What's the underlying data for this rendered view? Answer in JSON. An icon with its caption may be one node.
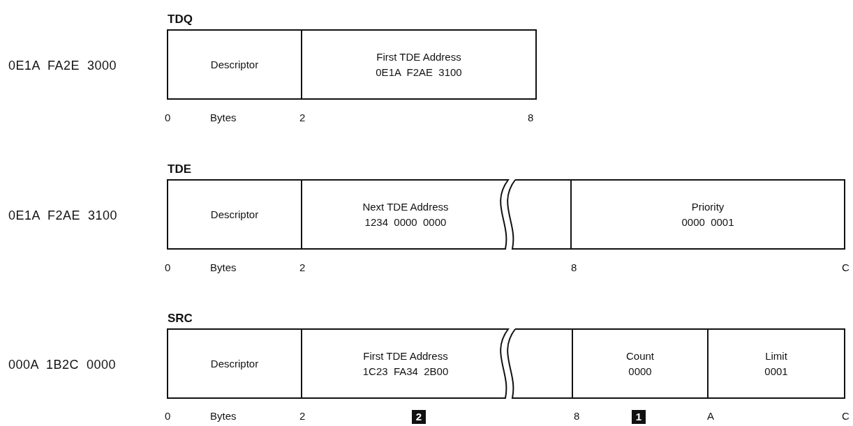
{
  "diagram": {
    "nodes": [
      {
        "text": [
          "TDQ"
        ]
      },
      {
        "text": [
          "Descriptor"
        ],
        "in": 0
      },
      {
        "text": [
          "First TDE Address",
          "0E1A  F2AE  3100"
        ],
        "in": 0
      },
      {
        "text": [
          "TDE"
        ]
      },
      {
        "text": [
          "Descriptor"
        ],
        "in": 3
      },
      {
        "text": [
          "Next TDE Address",
          "1234  0000  0000"
        ],
        "in": 3
      },
      {
        "text": [],
        "shape": "box",
        "in": 3
      },
      {
        "text": [
          "Priority",
          "0000  0001"
        ],
        "in": 3
      },
      {
        "text": [
          "SRC"
        ]
      },
      {
        "text": [
          "Descriptor"
        ],
        "in": 8
      },
      {
        "text": [
          "First TDE Address",
          "1C23  FA34  2B00"
        ],
        "in": 8
      },
      {
        "text": [],
        "shape": "box",
        "in": 8
      },
      {
        "text": [
          "Count",
          "0000"
        ],
        "in": 8
      },
      {
        "text": [
          "Limit",
          "0001"
        ],
        "in": 8
      }
    ],
    "labels": [
      "0E1A  FA2E  3000",
      "0",
      "Bytes",
      "2",
      "8",
      "0E1A  F2AE  3100",
      "0",
      "Bytes",
      "2",
      "8",
      "C",
      "000A  1B2C  0000",
      "0",
      "Bytes",
      "2",
      "2",
      "8",
      "1",
      "A",
      "C"
    ]
  }
}
